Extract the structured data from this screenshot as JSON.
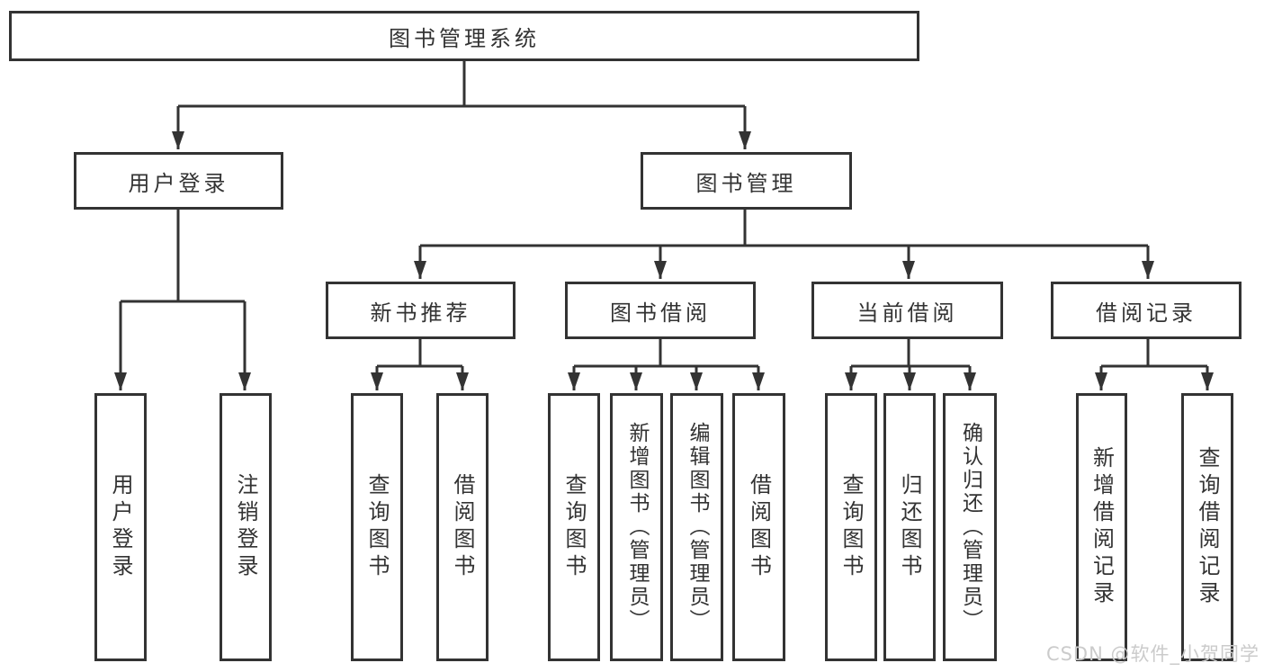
{
  "colors": {
    "line": "#333333",
    "text": "#333333",
    "background": "#ffffff",
    "watermark": "#cbcbcb"
  },
  "watermark": {
    "text": "CSDN @软件_小贺同学"
  },
  "tree": {
    "root": {
      "label": "图书管理系统",
      "children": [
        {
          "label": "用户登录",
          "children": [
            {
              "label": "用户登录"
            },
            {
              "label": "注销登录"
            }
          ]
        },
        {
          "label": "图书管理",
          "children": [
            {
              "label": "新书推荐",
              "children": [
                {
                  "label": "查询图书"
                },
                {
                  "label": "借阅图书"
                }
              ]
            },
            {
              "label": "图书借阅",
              "children": [
                {
                  "label": "查询图书"
                },
                {
                  "label": "新增图书（管理员）"
                },
                {
                  "label": "编辑图书（管理员）"
                },
                {
                  "label": "借阅图书"
                }
              ]
            },
            {
              "label": "当前借阅",
              "children": [
                {
                  "label": "查询图书"
                },
                {
                  "label": "归还图书"
                },
                {
                  "label": "确认归还（管理员）"
                }
              ]
            },
            {
              "label": "借阅记录",
              "children": [
                {
                  "label": "新增借阅记录"
                },
                {
                  "label": "查询借阅记录"
                }
              ]
            }
          ]
        }
      ]
    }
  }
}
